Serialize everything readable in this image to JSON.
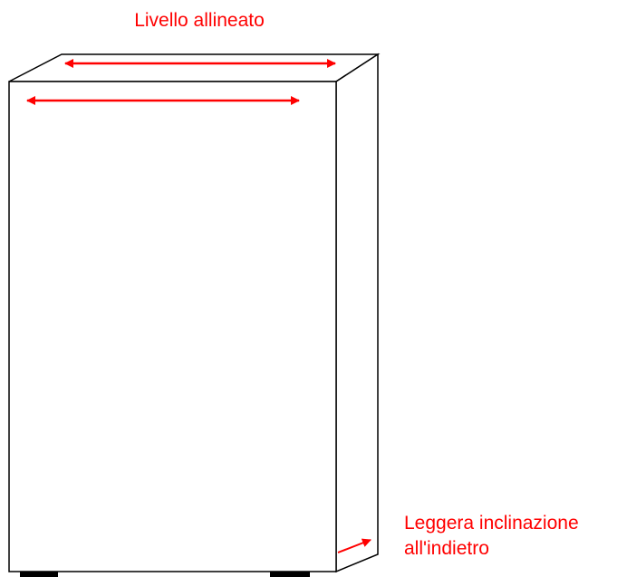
{
  "labels": {
    "top": "Livello allineato",
    "tilt_line1": "Leggera inclinazione",
    "tilt_line2": "all'indietro"
  },
  "colors": {
    "annotation": "#ff0000",
    "outline": "#000000",
    "feet": "#000000",
    "background": "#ffffff"
  }
}
